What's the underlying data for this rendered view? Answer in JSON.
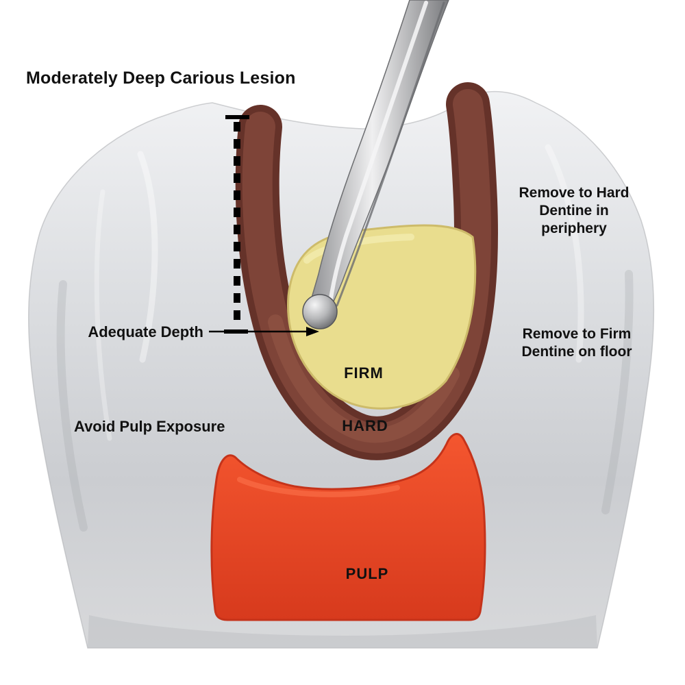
{
  "header": {
    "title": "Moderately Deep Carious Lesion"
  },
  "annotations": {
    "adequate_depth": "Adequate Depth",
    "avoid_pulp_exposure": "Avoid Pulp Exposure",
    "remove_hard_line1": "Remove to Hard",
    "remove_hard_line2": "Dentine in",
    "remove_hard_line3": "periphery",
    "remove_firm_line1": "Remove to Firm",
    "remove_firm_line2": "Dentine on floor"
  },
  "zones": {
    "firm_label": "FIRM",
    "hard_label": "HARD",
    "pulp_label": "PULP"
  },
  "icons": {
    "instrument": "dental-excavator-icon",
    "depth_marker": "dashed-depth-line",
    "arrow": "adequate-depth-arrow"
  },
  "colors": {
    "background": "#ffffff",
    "tooth_body": "#d7d9dc",
    "caries_dentine": "#7e4438",
    "caries_dentine_dark": "#653229",
    "firm_dentine": "#e9dd8e",
    "pulp": "#e8472a",
    "instrument_metal": "#b9babc",
    "annotation": "#000000"
  }
}
